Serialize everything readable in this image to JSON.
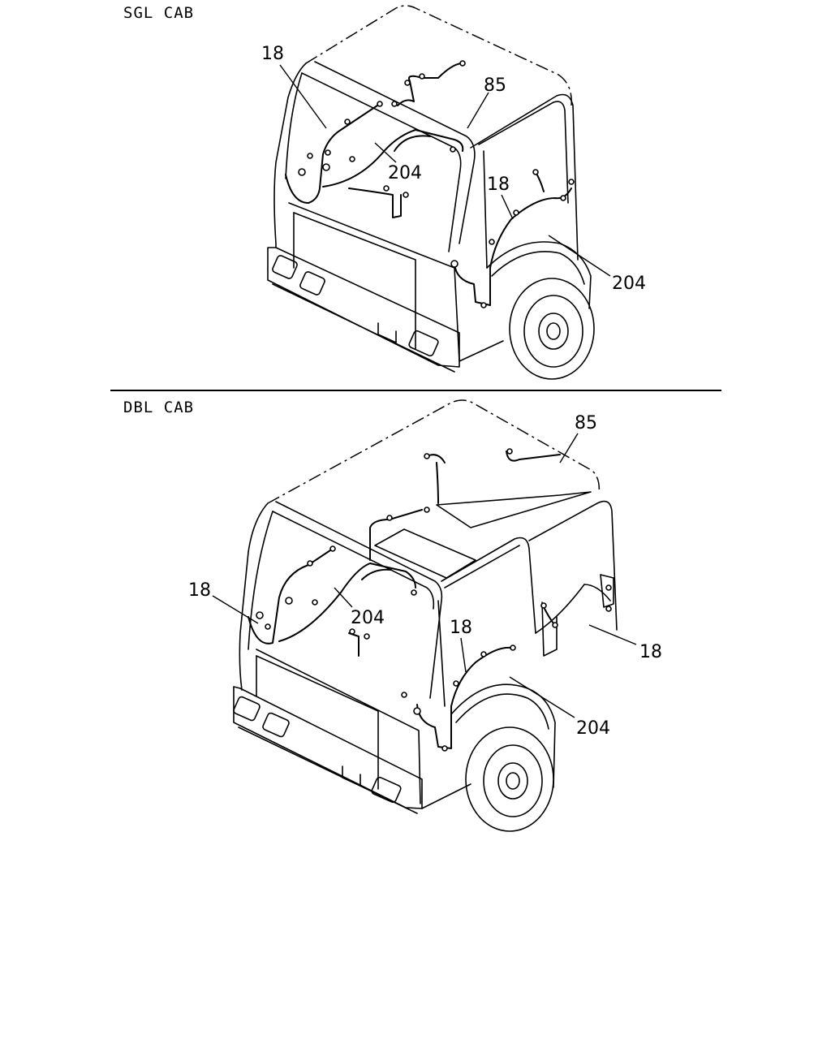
{
  "sections": {
    "single": {
      "title": "SGL CAB",
      "callouts": {
        "c18_left": "18",
        "c85": "85",
        "c204_mid": "204",
        "c18_right": "18",
        "c204_right": "204"
      }
    },
    "double": {
      "title": "DBL CAB",
      "callouts": {
        "c85": "85",
        "c18_left": "18",
        "c204_mid": "204",
        "c18_center": "18",
        "c18_right": "18",
        "c204_right": "204"
      }
    }
  }
}
